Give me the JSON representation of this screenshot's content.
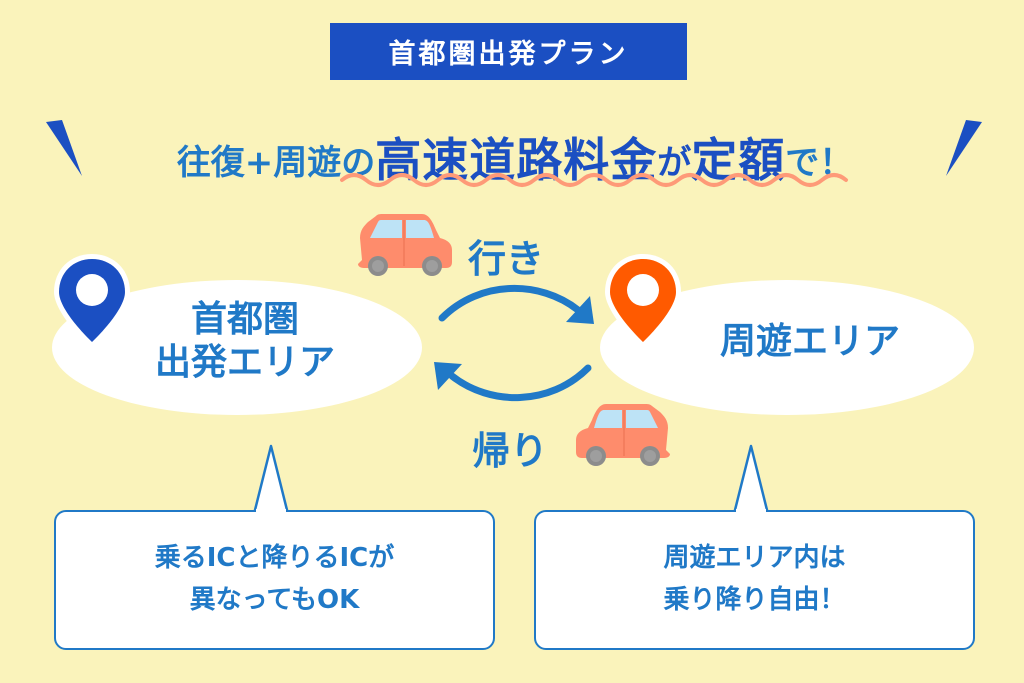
{
  "badge": {
    "label": "首都圏出発プラン"
  },
  "headline": {
    "part1": "往復+周遊の",
    "part2": "高速道路料金",
    "part3": "が",
    "part4": "定額",
    "part5": "で！"
  },
  "areas": {
    "origin": {
      "line1": "首都圏",
      "line2": "出発エリア",
      "pin_icon": "map-pin-icon",
      "pin_color": "#1b4fc2"
    },
    "destination": {
      "label": "周遊エリア",
      "pin_icon": "map-pin-icon",
      "pin_color": "#ff5a00"
    }
  },
  "directions": {
    "outbound": "行き",
    "return": "帰り",
    "car_icon": "car-icon",
    "car_color": "#fe8c6c",
    "arrow_color": "#2079c7"
  },
  "bubbles": {
    "left": {
      "line1": "乗るICと降りるICが",
      "line2": "異なってもOK"
    },
    "right": {
      "line1": "周遊エリア内は",
      "line2": "乗り降り自由！"
    }
  },
  "colors": {
    "background": "#faf3bb",
    "primary_blue": "#1b4fc2",
    "text_blue": "#2079c7",
    "wave_underline": "#fe9a78",
    "car_body": "#fe8c6c",
    "orange_pin": "#ff5a00"
  }
}
